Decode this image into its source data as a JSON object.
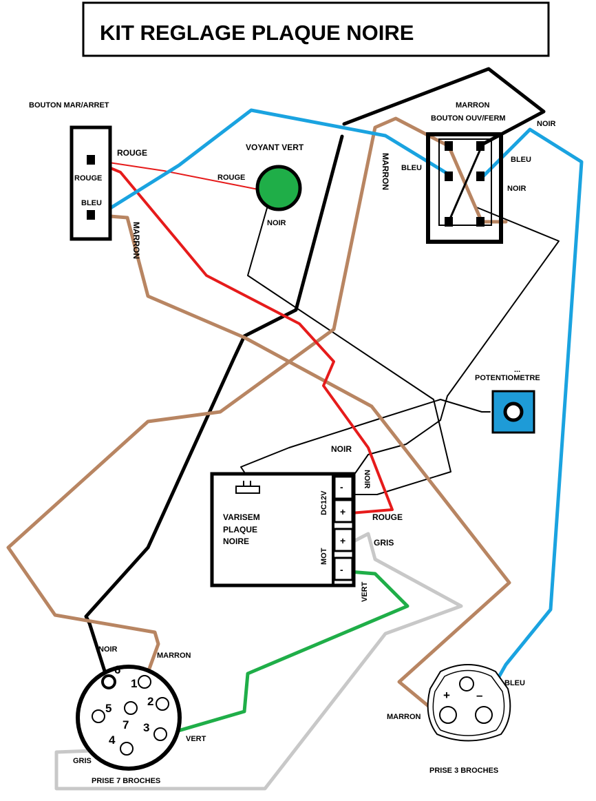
{
  "title": "KIT  REGLAGE PLAQUE NOIRE",
  "colors": {
    "black": "#000000",
    "blue": "#1aa3e0",
    "brown": "#b88562",
    "red": "#e61b1b",
    "green": "#1fae48",
    "grey": "#c8c8c8",
    "lamp_green": "#1fae48",
    "pot_blue": "#1e9bd7"
  },
  "components": {
    "switch_onoff": {
      "title": "BOUTON MAR/ARRET",
      "term_top": "ROUGE",
      "term_bottom": "BLEU"
    },
    "lamp": {
      "title": "VOYANT VERT"
    },
    "switch_openclose": {
      "title_line1": "MARRON",
      "title_line2": "BOUTON OUV/FERM"
    },
    "potentiometer": {
      "dots": "...",
      "title": "POTENTIOMETRE"
    },
    "controller": {
      "title_lines": [
        "VARISEM",
        "PLAQUE",
        "NOIRE"
      ],
      "group_power": "DC12V",
      "group_motor": "MOT",
      "terminal_signs": [
        "-",
        "+",
        "+",
        "-"
      ]
    },
    "plug7": {
      "title": "PRISE 7 BROCHES",
      "pins": [
        "1",
        "2",
        "3",
        "4",
        "5",
        "6",
        "7"
      ]
    },
    "plug3": {
      "title": "PRISE 3 BROCHES",
      "plus": "+",
      "minus": "–"
    }
  },
  "wire_labels": {
    "rouge_switch": "ROUGE",
    "marron_switch": "MARRON",
    "rouge_lamp": "ROUGE",
    "noir_lamp": "NOIR",
    "marron_top": "MARRON",
    "bleu_left": "BLEU",
    "bleu_right": "BLEU",
    "noir_sw_right": "NOIR",
    "noir_top_right": "NOIR",
    "noir_above_ctrl": "NOIR",
    "noir_vertical": "NOIR",
    "rouge_ctrl": "ROUGE",
    "gris_ctrl": "GRIS",
    "vert_ctrl": "VERT",
    "noir_plug7": "NOIR",
    "marron_plug7": "MARRON",
    "vert_plug7": "VERT",
    "gris_plug7": "GRIS",
    "marron_plug3": "MARRON",
    "bleu_plug3": "BLEU"
  }
}
